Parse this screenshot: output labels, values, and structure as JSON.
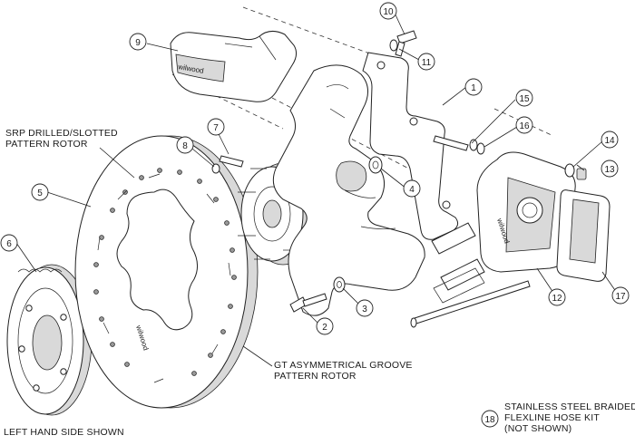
{
  "labels": {
    "srp_rotor": [
      "SRP DRILLED/SLOTTED",
      "PATTERN ROTOR"
    ],
    "gt_rotor": [
      "GT ASYMMETRICAL GROOVE",
      "PATTERN ROTOR"
    ],
    "left_hand": "LEFT HAND SIDE SHOWN",
    "hose_kit": [
      "STAINLESS STEEL BRAIDED",
      "FLEXLINE HOSE KIT",
      "(NOT SHOWN)"
    ],
    "brand_text": "wilwood"
  },
  "callouts": [
    "1",
    "2",
    "3",
    "4",
    "5",
    "6",
    "7",
    "8",
    "9",
    "10",
    "11",
    "12",
    "13",
    "14",
    "15",
    "16",
    "17",
    "18"
  ]
}
